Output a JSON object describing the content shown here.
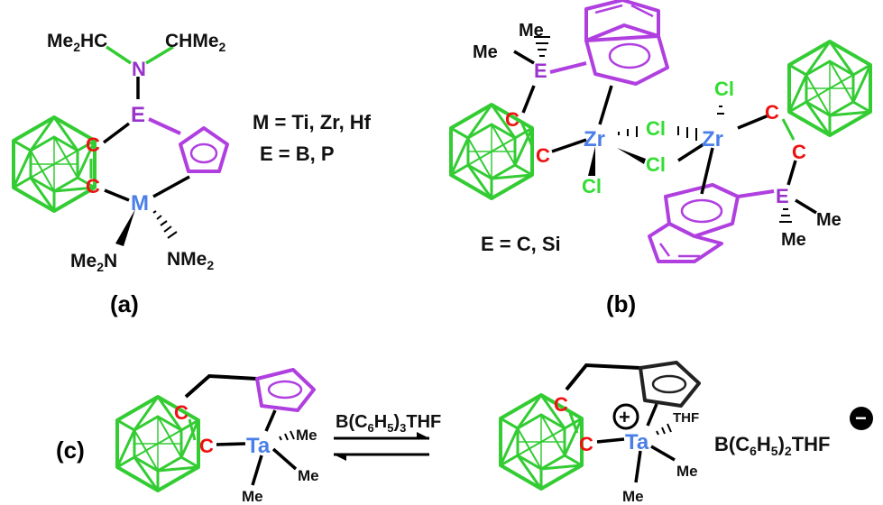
{
  "colors": {
    "carborane": "#33cc33",
    "aromatic": "#b03fe0",
    "bond": "#000000",
    "carbon": "#ee1111",
    "metal": "#4a7fe8",
    "heteroatom": "#9933cc",
    "chlorine": "#33dd33",
    "dark_ring": "#222222",
    "text": "#111111"
  },
  "panels": {
    "a": {
      "label": "(a)",
      "n_sub1": "Me",
      "n_sub1b": "HC",
      "n_sub2": "CHMe",
      "n_atom": "N",
      "e_atom": "E",
      "c1": "C",
      "c2": "C",
      "m_atom": "M",
      "nme2_left_a": "Me",
      "nme2_left_b": "N",
      "nme2_right_a": "NMe",
      "sub2": "2",
      "def_m": "M = Ti, Zr, Hf",
      "def_e": "E = B, P"
    },
    "b": {
      "label": "(b)",
      "me1": "Me",
      "me2": "Me",
      "e1": "E",
      "c1": "C",
      "c2": "C",
      "zr1": "Zr",
      "zr2": "Zr",
      "cl_bridge1": "Cl",
      "cl_bridge2": "Cl",
      "cl_term1": "Cl",
      "cl_term2": "Cl",
      "c3": "C",
      "c4": "C",
      "e2": "E",
      "me3": "Me",
      "me4": "Me",
      "def_e": "E = C, Si"
    },
    "c": {
      "label": "(c)",
      "c1": "C",
      "c2": "C",
      "ta1": "Ta",
      "me1": "Me",
      "me2": "Me",
      "me3": "Me",
      "reagent_a": "B(C",
      "reagent_b": "6",
      "reagent_c": "H",
      "reagent_d": "5",
      "reagent_e": ")",
      "reagent_f": "3",
      "reagent_g": "THF",
      "c3": "C",
      "c4": "C",
      "ta2": "Ta",
      "thf": "THF",
      "me4": "Me",
      "me5": "Me",
      "plus": "+",
      "anion_a": "B(C",
      "anion_b": "6",
      "anion_c": "H",
      "anion_d": "5",
      "anion_e": ")",
      "anion_f": "2",
      "anion_g": "THF",
      "minus": "−"
    }
  }
}
